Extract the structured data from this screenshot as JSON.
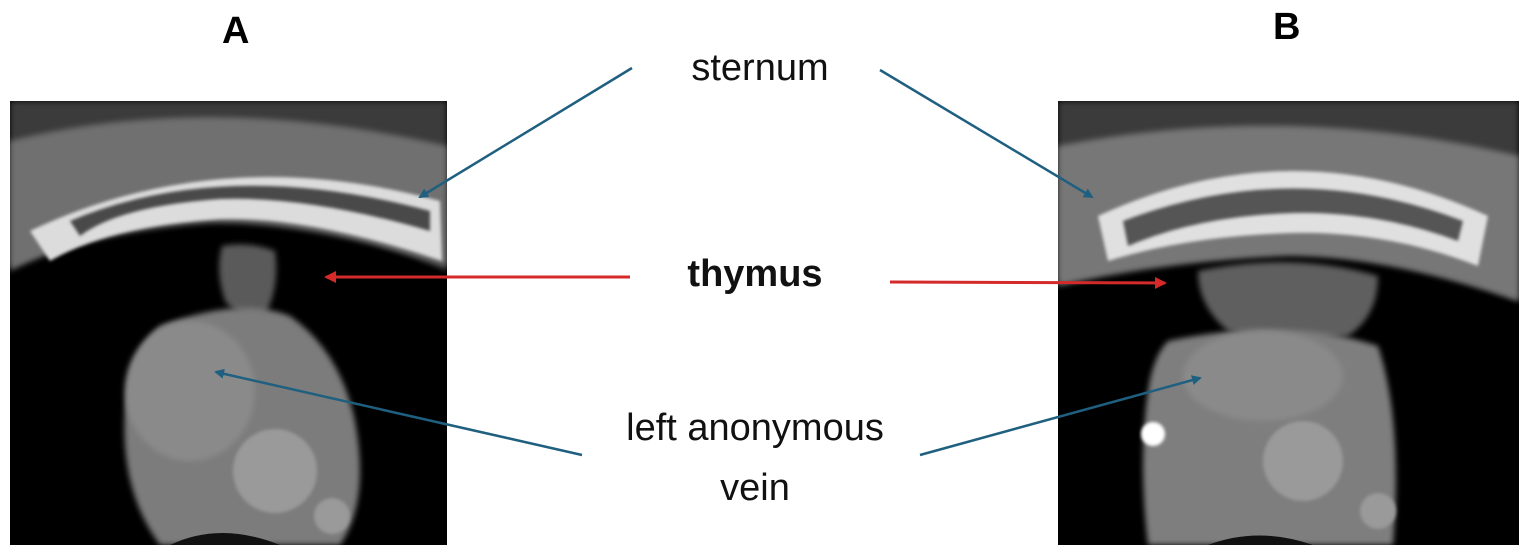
{
  "panels": [
    {
      "id": "A",
      "letter": "A"
    },
    {
      "id": "B",
      "letter": "B"
    }
  ],
  "labels": {
    "sternum": "sternum",
    "thymus": "thymus",
    "vein_line1": "left anonymous",
    "vein_line2": "vein"
  },
  "colors": {
    "sternum_arrow": "#1f5f7f",
    "thymus_arrow": "#d42a2a",
    "vein_arrow": "#1f5f7f"
  }
}
